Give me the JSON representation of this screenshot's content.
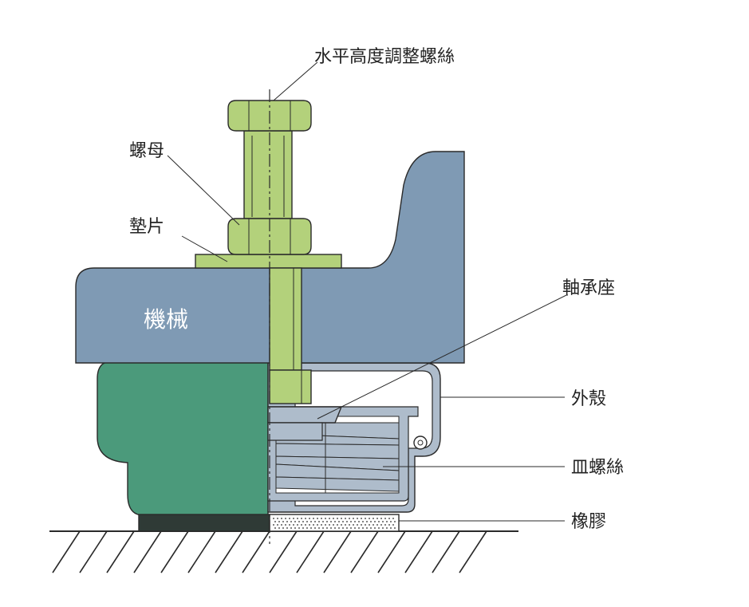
{
  "labels": {
    "leveling_screw": "水平高度調整螺絲",
    "nut": "螺母",
    "washer": "墊片",
    "machine": "機械",
    "bearing_seat": "軸承座",
    "housing": "外殼",
    "disc_spring": "皿螺絲",
    "rubber": "橡膠"
  },
  "colors": {
    "bolt": "#b3d17b",
    "machine": "#7f9ab4",
    "rubber_body": "#4b9a7b",
    "metal": "#aebccb",
    "rubber_pad": "#2f3a36",
    "ground_line": "#2a2a2a"
  }
}
